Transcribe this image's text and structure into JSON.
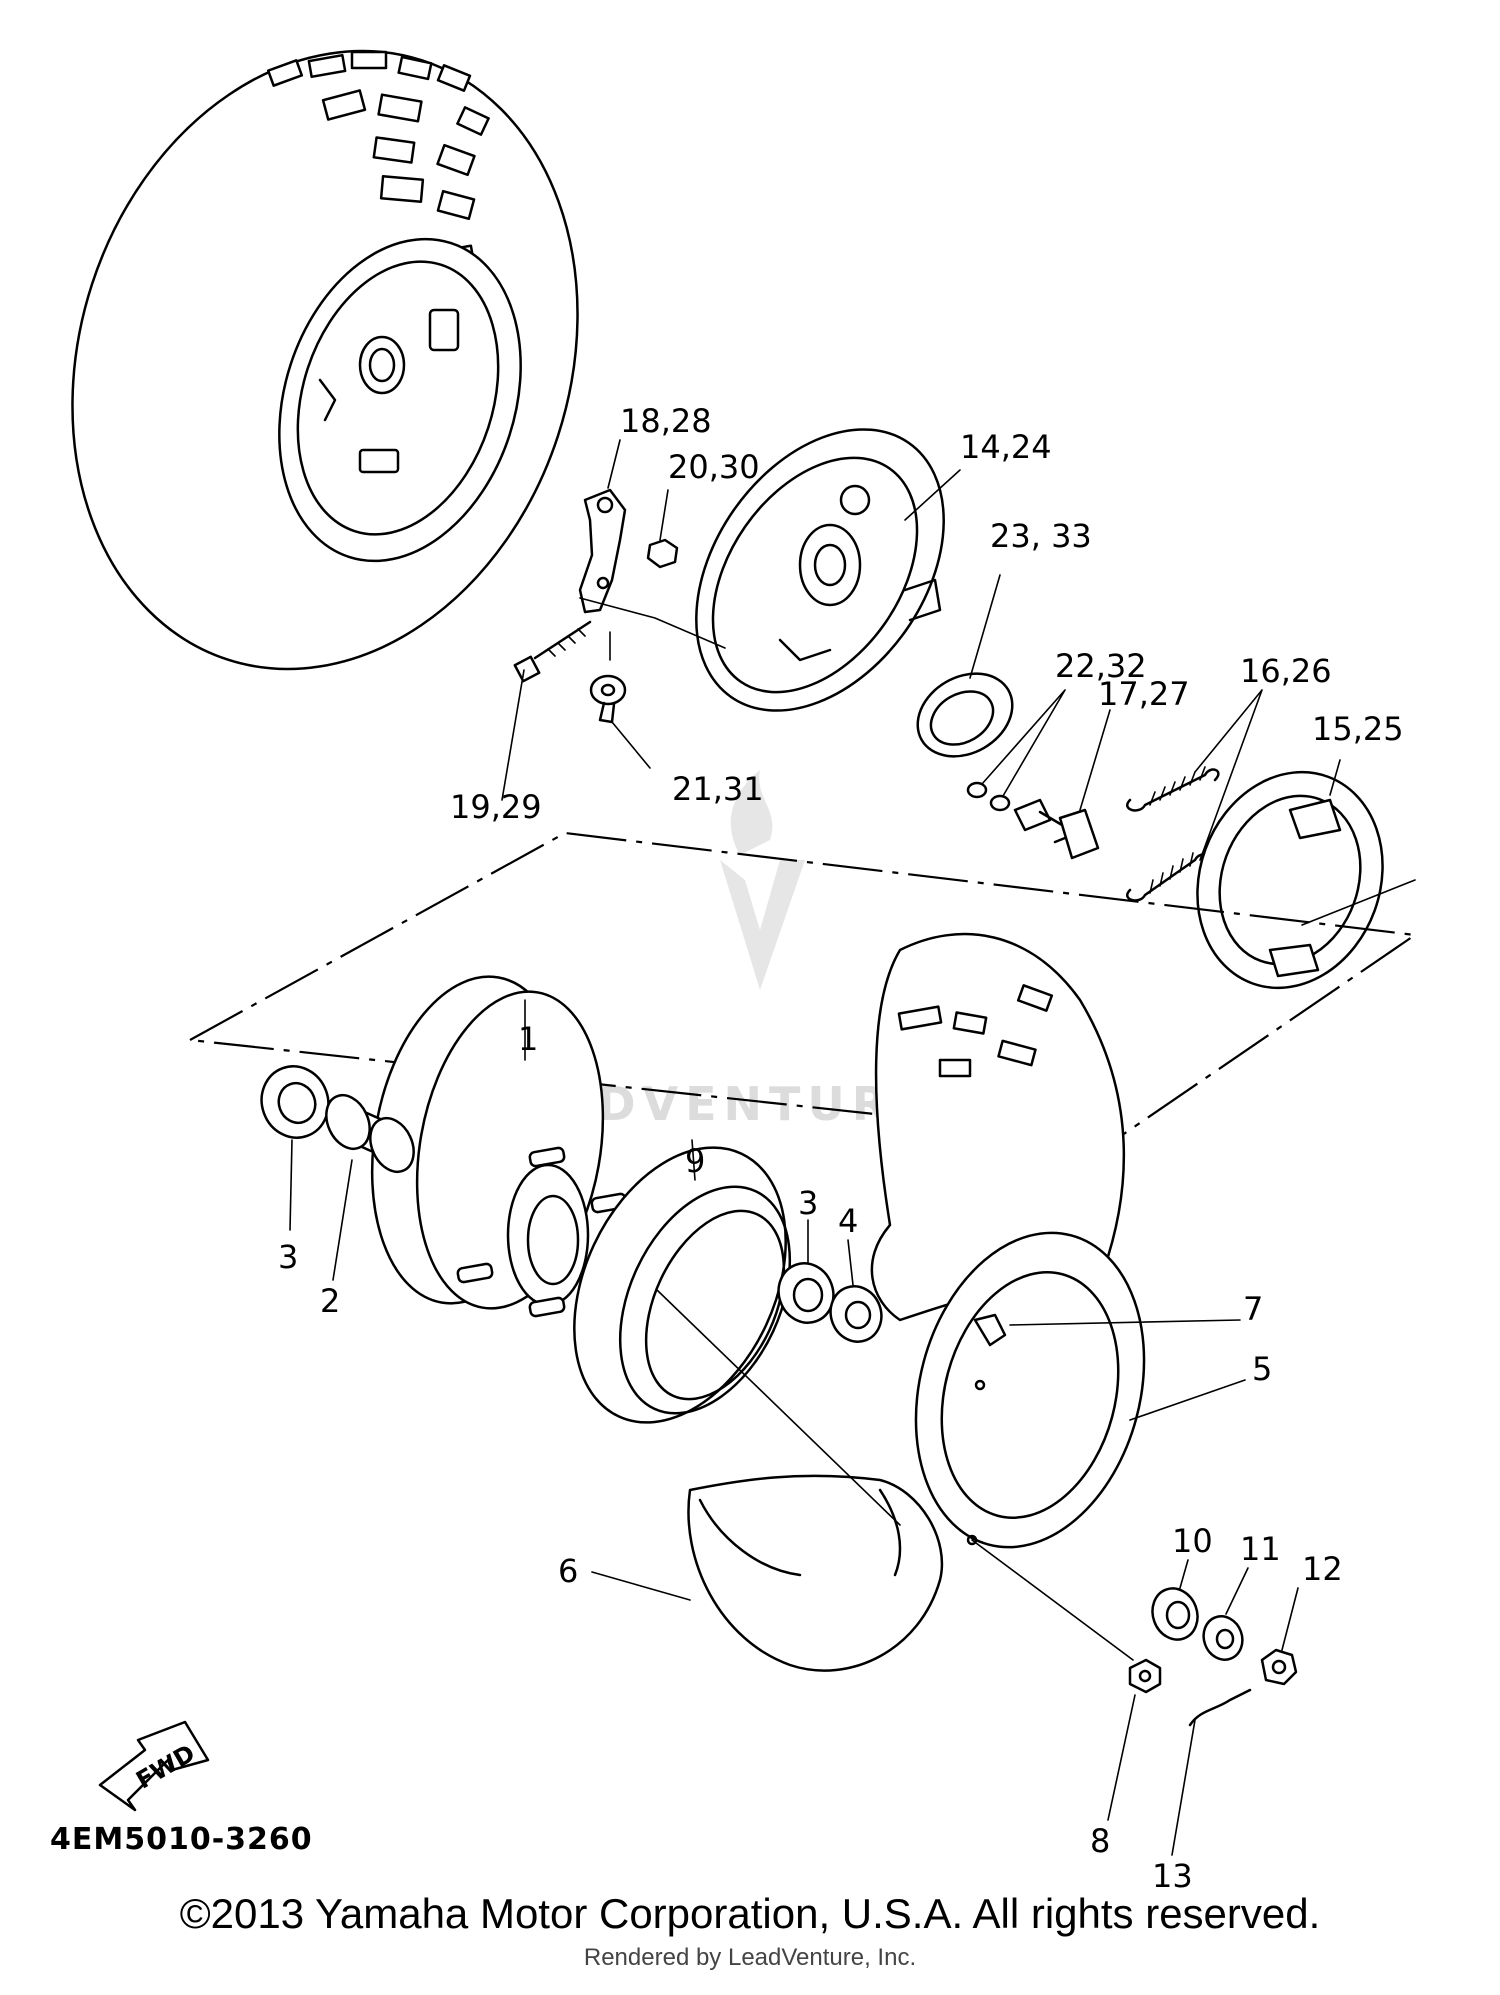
{
  "diagram": {
    "code": "4EM5010-3260",
    "copyright": "©2013 Yamaha Motor Corporation, U.S.A. All rights reserved.",
    "rendered_by": "Rendered by LeadVenture, Inc.",
    "watermark": "LEADVENTURE",
    "fwd_label": "FWD",
    "callouts": {
      "c1": "1",
      "c2": "2",
      "c3a": "3",
      "c3b": "3",
      "c4": "4",
      "c5": "5",
      "c6": "6",
      "c7": "7",
      "c8": "8",
      "c9": "9",
      "c10": "10",
      "c11": "11",
      "c12": "12",
      "c13": "13",
      "c14_24": "14,24",
      "c15_25": "15,25",
      "c16_26": "16,26",
      "c17_27": "17,27",
      "c18_28": "18,28",
      "c19_29": "19,29",
      "c20_30": "20,30",
      "c21_31": "21,31",
      "c22_32": "22,32",
      "c23_33": "23, 33"
    }
  }
}
